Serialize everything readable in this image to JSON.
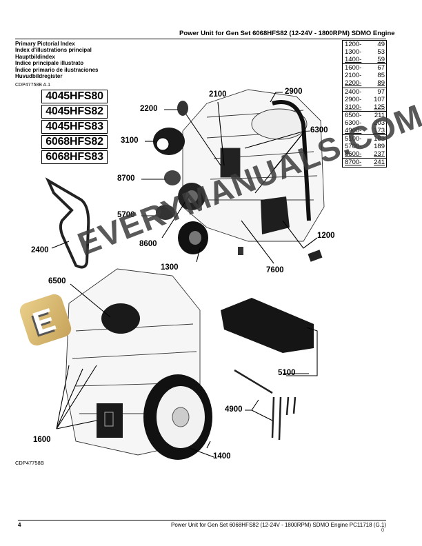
{
  "header": {
    "title": "Power Unit for Gen Set 6068HFS82 (12-24V - 1800RPM) SDMO Engine"
  },
  "index_titles": [
    "Primary Pictorial Index",
    "Index d'illustrations principal",
    "Hauptbildindex",
    "Indice principale illustrato",
    "Índice primario de ilustraciones",
    "Huvudbildregister"
  ],
  "figure_code_top": "CDP47758B A.1",
  "figure_code_bottom": "CDP47758B",
  "models": [
    "4045HFS80",
    "4045HFS82",
    "4045HFS83",
    "6068HFS82",
    "6068HFS83"
  ],
  "page_reference": [
    [
      {
        "group": "1200-",
        "page": "49"
      },
      {
        "group": "1300-",
        "page": "53"
      },
      {
        "group": "1400-",
        "page": "59"
      }
    ],
    [
      {
        "group": "1600-",
        "page": "67"
      },
      {
        "group": "2100-",
        "page": "85"
      },
      {
        "group": "2200-",
        "page": "89"
      }
    ],
    [
      {
        "group": "2400-",
        "page": "97"
      },
      {
        "group": "2900-",
        "page": "107"
      },
      {
        "group": "3100-",
        "page": "125"
      }
    ],
    [
      {
        "group": "6500-",
        "page": "211"
      },
      {
        "group": "6300-",
        "page": "203"
      },
      {
        "group": "4900-",
        "page": "173"
      }
    ],
    [
      {
        "group": "5100-",
        "page": "183"
      },
      {
        "group": "5700-",
        "page": "189"
      },
      {
        "group": "8600-",
        "page": "237"
      }
    ],
    [
      {
        "group": "8700-",
        "page": "241"
      }
    ]
  ],
  "callouts": {
    "c2100": "2100",
    "c2900": "2900",
    "c2200": "2200",
    "c6300": "6300",
    "c3100": "3100",
    "c8700": "8700",
    "c5700": "5700",
    "c8600": "8600",
    "c1200": "1200",
    "c1300": "1300",
    "c7600": "7600",
    "c2400": "2400",
    "c6500": "6500",
    "c5100": "5100",
    "c4900": "4900",
    "c1600": "1600",
    "c1400": "1400"
  },
  "watermark": {
    "text": "EVERYMANUALS.COM",
    "logo_letter": "E",
    "logo_color": "#d9b96e"
  },
  "footer": {
    "page_number": "4",
    "text": "Power Unit for Gen Set 6068HFS82 (12-24V - 1800RPM) SDMO Engine   PC11718   (G.1)",
    "tiny": "()"
  }
}
